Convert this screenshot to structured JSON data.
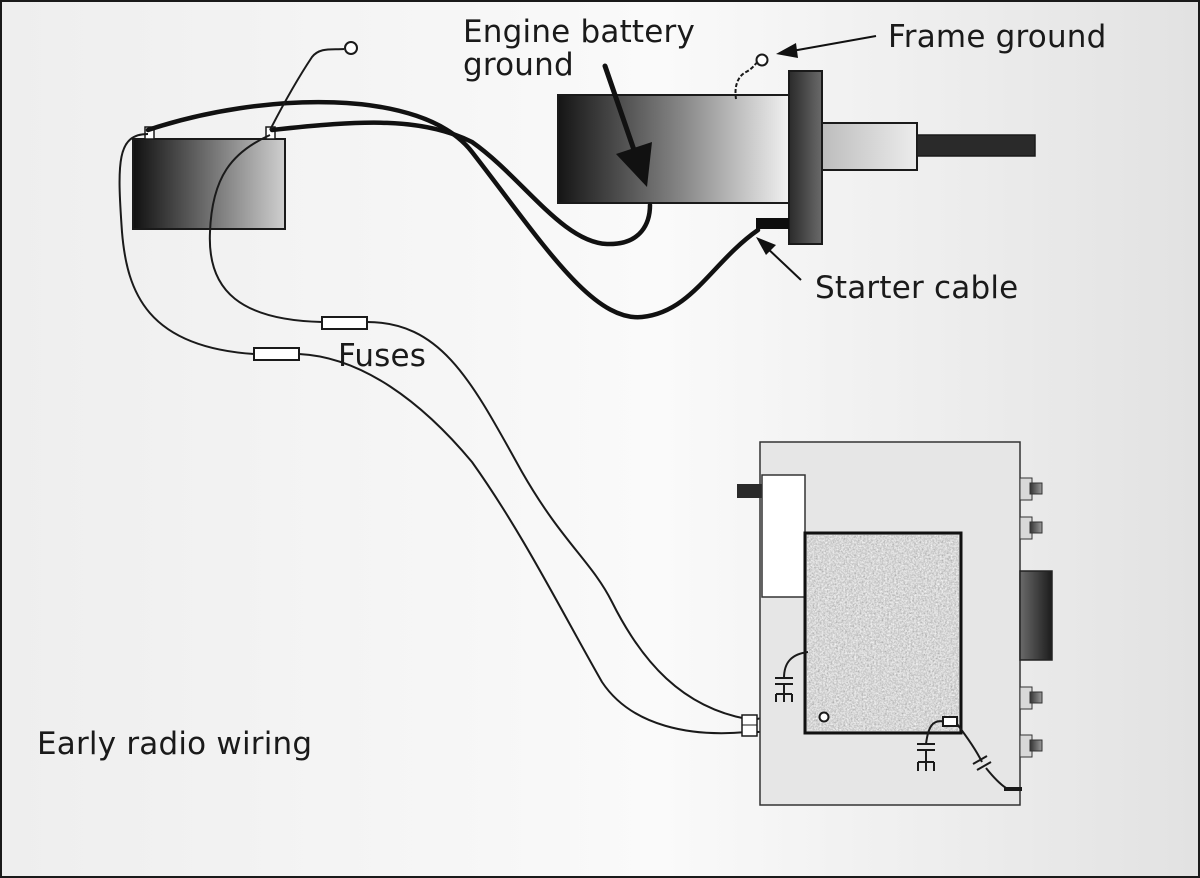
{
  "labels": {
    "engine_battery_ground": [
      "Engine battery",
      "ground"
    ],
    "frame_ground": "Frame ground",
    "starter_cable": "Starter cable",
    "fuses": "Fuses",
    "caption": "Early radio wiring"
  },
  "colors": {
    "ink": "#1a1a1a",
    "background_light": "#fafafa",
    "background_shade": "#e2e2e2",
    "radio_case": "#e6e6e6",
    "speaker_fill": "#c8c8c8"
  }
}
